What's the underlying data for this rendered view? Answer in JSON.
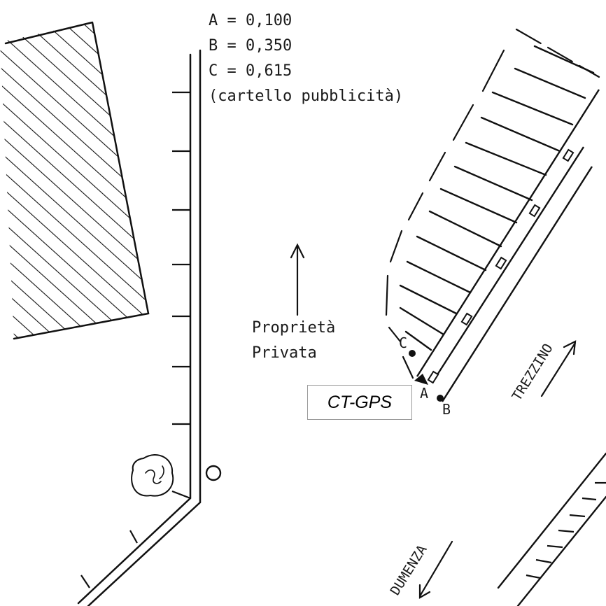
{
  "legend": {
    "line_a": "A = 0,100",
    "line_b": "B = 0,350",
    "line_c": "C = 0,615",
    "note": "(cartello pubblicità)"
  },
  "property": {
    "line1": "Proprietà",
    "line2": "Privata"
  },
  "points": {
    "a": "A",
    "b": "B",
    "c": "C"
  },
  "badge": "CT-GPS",
  "directions": {
    "up": "TREZZINO",
    "down": "DUMENZA"
  }
}
